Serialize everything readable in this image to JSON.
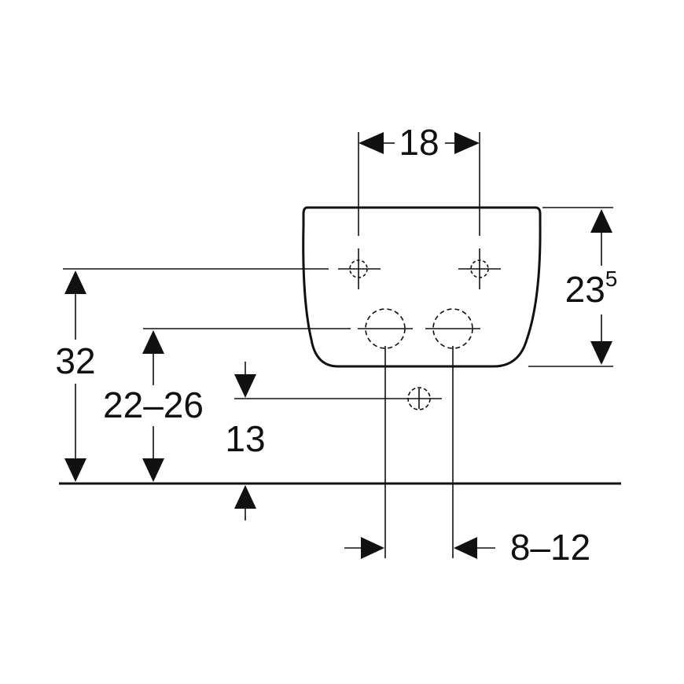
{
  "dimensions": {
    "hole_spacing": "18",
    "body_height_main": "23",
    "body_height_sup": "5",
    "mounting_height": "32",
    "supply_height": "22–26",
    "drain_height": "13",
    "wall_distance": "8–12"
  },
  "colors": {
    "line": "#111111",
    "background": "#ffffff"
  }
}
